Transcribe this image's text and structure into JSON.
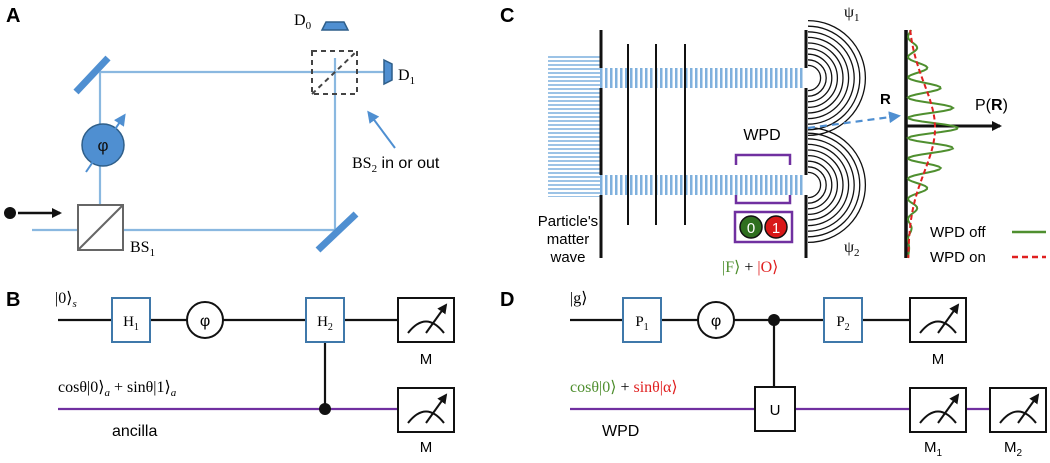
{
  "colors": {
    "beam": "#8ab8e0",
    "component": "#4f8fd1",
    "gate_border": "#3f78aa",
    "ancilla": "#7030a0",
    "green": "#4f8f2f",
    "red": "#e02020"
  },
  "panel_a": {
    "label": "A",
    "detector0": "D",
    "detector0_sub": "0",
    "detector1": "D",
    "detector1_sub": "1",
    "phase": "φ",
    "bs1": "BS",
    "bs1_sub": "1",
    "bs2": "BS",
    "bs2_sub": "2",
    "bs2_suffix": " in or out"
  },
  "panel_b": {
    "label": "B",
    "input_state": "|0⟩",
    "input_sub": "s",
    "h1": "H",
    "h1_sub": "1",
    "phase": "φ",
    "h2": "H",
    "h2_sub": "2",
    "meas_top": "M",
    "ancilla_state_a": "cosθ|0⟩",
    "ancilla_state_a_sub": "a",
    "ancilla_state_plus": " + sinθ|1⟩",
    "ancilla_state_b_sub": "a",
    "ancilla_label": "ancilla",
    "meas_bottom": "M"
  },
  "panel_c": {
    "label": "C",
    "psi1": "ψ",
    "psi1_sub": "1",
    "psi2": "ψ",
    "psi2_sub": "2",
    "r_label": "R",
    "p_label": "P(",
    "p_bold": "R",
    "p_close": ")",
    "wpd": "WPD",
    "bit0": "0",
    "bit1": "1",
    "state_f": "|F⟩",
    "state_plus": " + ",
    "state_o": "|O⟩",
    "matter_wave_line1": "Particle's",
    "matter_wave_line2": "matter",
    "matter_wave_line3": "wave",
    "legend_off": "WPD off",
    "legend_on": "WPD on"
  },
  "panel_d": {
    "label": "D",
    "input_state": "|g⟩",
    "p1": "P",
    "p1_sub": "1",
    "phase": "φ",
    "p2": "P",
    "p2_sub": "2",
    "meas_top": "M",
    "wpd_state_a": "cosθ|0⟩",
    "wpd_state_plus": " + ",
    "wpd_state_b": "sinθ|α⟩",
    "unitary": "U",
    "wpd_label": "WPD",
    "meas_m1": "M",
    "meas_m1_sub": "1",
    "meas_m2": "M",
    "meas_m2_sub": "2"
  }
}
